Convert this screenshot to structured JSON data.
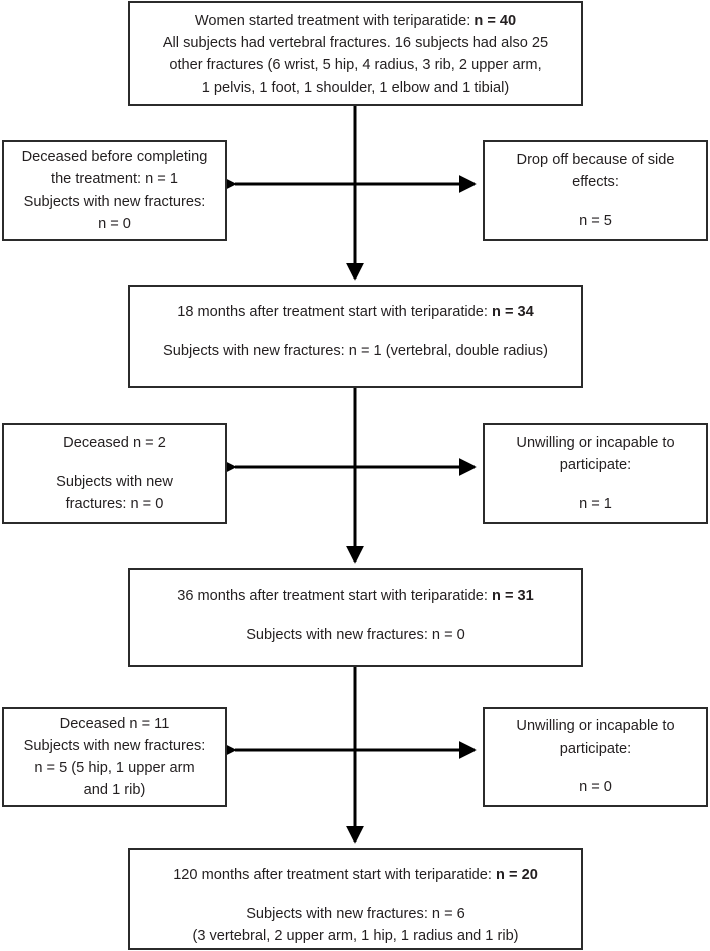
{
  "diagram": {
    "title": "Teriparatide treatment study flow diagram",
    "type": "flowchart",
    "stroke_color": "#2b2b2b",
    "text_color": "#231f20",
    "background_color": "#ffffff",
    "nodes": {
      "start": {
        "name": "study-start",
        "lines": [
          {
            "text": "Women started treatment with teriparatide: ",
            "bold_tail": "n = 40"
          },
          {
            "text": "All subjects had vertebral fractures. 16 subjects had also 25"
          },
          {
            "text": "other fractures (6 wrist, 5 hip, 4 radius, 3 rib, 2 upper arm,"
          },
          {
            "text": "1 pelvis, 1 foot, 1 shoulder, 1 elbow and 1 tibial)"
          }
        ],
        "line1_prefix": "Women started treatment with teriparatide: ",
        "line1_bold": "n = 40",
        "line2": "All subjects had vertebral fractures. 16 subjects had also 25",
        "line3": "other fractures (6 wrist, 5 hip, 4 radius, 3 rib, 2 upper arm,",
        "line4": "1 pelvis, 1 foot, 1 shoulder, 1 elbow and 1 tibial)"
      },
      "deceased_1": {
        "name": "deceased-before-completing",
        "line1": "Deceased before completing",
        "line2": "the treatment: n = 1",
        "line3": "Subjects with new fractures:",
        "line4": "n = 0",
        "deceased_n": 1,
        "new_fractures_n": 0
      },
      "dropoff": {
        "name": "drop-off-side-effects",
        "line1": "Drop off because of side",
        "line2": "effects:",
        "line3": "n = 5",
        "n": 5
      },
      "months_18": {
        "name": "18-months-followup",
        "line1_prefix": "18 months after treatment start with teriparatide: ",
        "line1_bold": "n = 34",
        "line2": "Subjects with new fractures: n = 1 (vertebral, double radius)",
        "n": 34,
        "new_fractures_n": 1
      },
      "deceased_2": {
        "name": "deceased-2",
        "line1": "Deceased n = 2",
        "line2": "Subjects with new",
        "line3": "fractures: n = 0",
        "deceased_n": 2,
        "new_fractures_n": 0
      },
      "unwilling_1": {
        "name": "unwilling-or-incapable-1",
        "line1": "Unwilling or incapable to",
        "line2": "participate:",
        "line3": "n = 1",
        "n": 1
      },
      "months_36": {
        "name": "36-months-followup",
        "line1_prefix": "36 months after treatment start with teriparatide: ",
        "line1_bold": "n = 31",
        "line2": "Subjects with new fractures: n = 0",
        "n": 31,
        "new_fractures_n": 0
      },
      "deceased_3": {
        "name": "deceased-3",
        "line1": "Deceased n = 11",
        "line2": "Subjects with new fractures:",
        "line3": "n = 5 (5 hip, 1 upper arm",
        "line4": "and 1 rib)",
        "deceased_n": 11,
        "new_fractures_n": 5
      },
      "unwilling_2": {
        "name": "unwilling-or-incapable-2",
        "line1": "Unwilling or incapable to",
        "line2": "participate:",
        "line3": "n = 0",
        "n": 0
      },
      "months_120": {
        "name": "120-months-followup",
        "line1_prefix": "120 months after treatment start with teriparatide: ",
        "line1_bold": "n = 20",
        "line2": "Subjects with new fractures: n = 6",
        "line3": "(3 vertebral, 2 upper arm, 1 hip, 1 radius and 1 rib)",
        "n": 20,
        "new_fractures_n": 6
      }
    }
  }
}
